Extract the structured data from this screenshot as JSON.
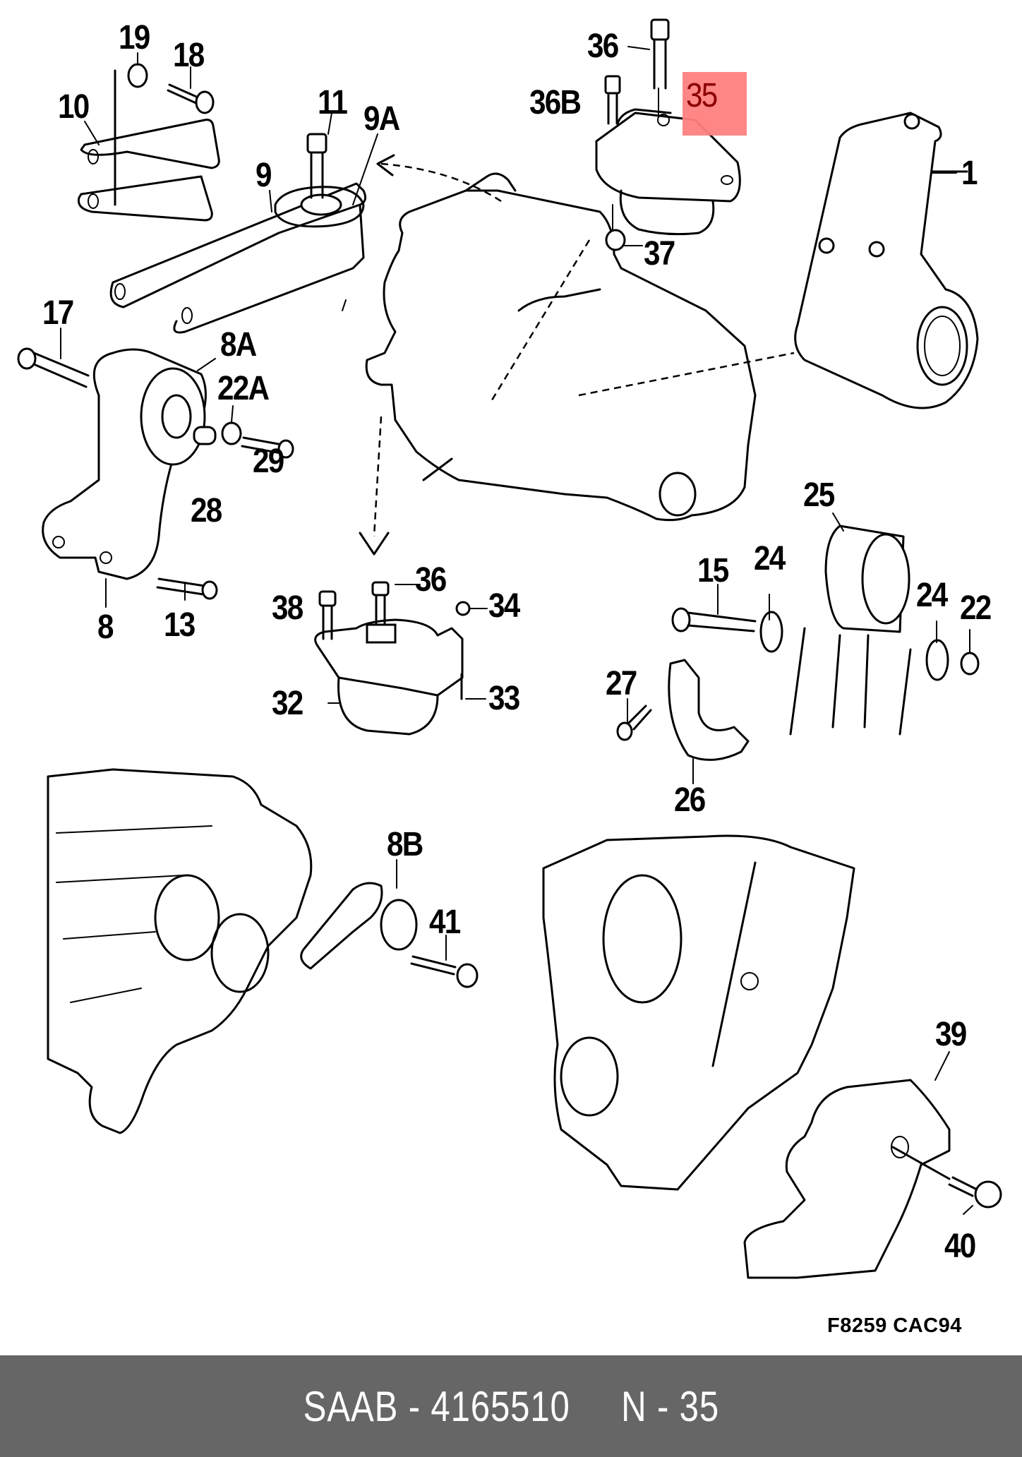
{
  "diagram": {
    "title": "Engine mounting exploded parts diagram",
    "highlight": {
      "label": "35",
      "color": "#ff8080",
      "text_color": "#8b0000"
    },
    "figure_code": "F8259 CAC94",
    "callouts": [
      {
        "id": "19",
        "label": "19"
      },
      {
        "id": "18",
        "label": "18"
      },
      {
        "id": "10",
        "label": "10"
      },
      {
        "id": "11",
        "label": "11"
      },
      {
        "id": "9A",
        "label": "9A"
      },
      {
        "id": "9",
        "label": "9"
      },
      {
        "id": "36-top",
        "label": "36"
      },
      {
        "id": "36B",
        "label": "36B"
      },
      {
        "id": "35",
        "label": "35"
      },
      {
        "id": "37",
        "label": "37"
      },
      {
        "id": "1",
        "label": "1"
      },
      {
        "id": "17",
        "label": "17"
      },
      {
        "id": "8A",
        "label": "8A"
      },
      {
        "id": "22A",
        "label": "22A"
      },
      {
        "id": "29",
        "label": "29"
      },
      {
        "id": "28",
        "label": "28"
      },
      {
        "id": "8",
        "label": "8"
      },
      {
        "id": "13",
        "label": "13"
      },
      {
        "id": "36-mid",
        "label": "36"
      },
      {
        "id": "38",
        "label": "38"
      },
      {
        "id": "34",
        "label": "34"
      },
      {
        "id": "32",
        "label": "32"
      },
      {
        "id": "33",
        "label": "33"
      },
      {
        "id": "25",
        "label": "25"
      },
      {
        "id": "15",
        "label": "15"
      },
      {
        "id": "24-left",
        "label": "24"
      },
      {
        "id": "24-right",
        "label": "24"
      },
      {
        "id": "22",
        "label": "22"
      },
      {
        "id": "27",
        "label": "27"
      },
      {
        "id": "26",
        "label": "26"
      },
      {
        "id": "8B",
        "label": "8B"
      },
      {
        "id": "41",
        "label": "41"
      },
      {
        "id": "39",
        "label": "39"
      },
      {
        "id": "40",
        "label": "40"
      }
    ]
  },
  "footer": {
    "brand": "SAAB",
    "part_number": "4165510",
    "position": "N - 35",
    "text": "SAAB - 4165510     N - 35",
    "background": "#666666"
  }
}
